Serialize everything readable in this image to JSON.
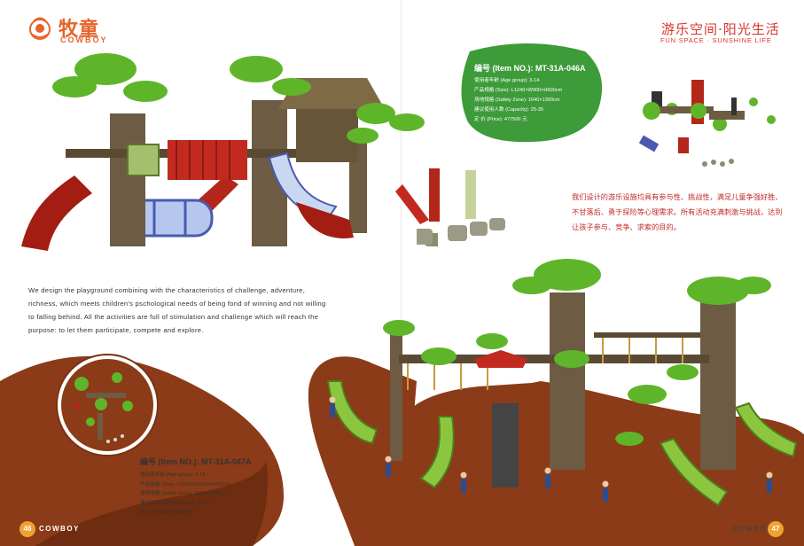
{
  "brand": {
    "name_cn": "牧童",
    "name_en": "COWBOY"
  },
  "slogan": {
    "cn": "游乐空间·阳光生活",
    "en": "FUN SPACE · SUNSHINE LIFE"
  },
  "product_a": {
    "item_no": "编号 (Item NO.): MT-31A-046A",
    "specs": [
      "使用者年龄 (Age group): 3-14",
      "产品规格 (Size): L1240×W900×H500cm",
      "场地规格 (Safety Zone): 1640×1300cm",
      "建议使用人数 (Capacity): 25-35",
      "定 价 (Price): 477500 元"
    ]
  },
  "product_b": {
    "item_no": "编号 (Item NO.): MT-31A-047A",
    "specs": [
      "使用者年龄 (Age group): 3-14",
      "产品规格 (Size): L1150×W1240×H650cm",
      "场地规格 (Safety Zone): 1550×1640cm",
      "建议使用人数 (Capacity): 30-40",
      "定 价 (Price): 543800 元"
    ]
  },
  "description_cn": "我们设计的游乐设施均具有参与性、挑战性，满足儿童争强好胜、不甘落后、勇于探险等心理需求。所有活动充满刺激与挑战，达到让孩子参与、竞争、求索的目的。",
  "description_en": "We design the playground combining with the characteristics of challenge, adventure, richness, which meets children's pschological needs of being fond of winning and not willing to falling behind. All the activities are full of stimulation and challenge which will reach the purpose: to let them participate, compete and explore.",
  "footer": {
    "page_left": "46",
    "page_right": "47",
    "brand_left": "COWBOY",
    "brand_right": "COWBOY"
  },
  "colors": {
    "brand_orange": "#e8632b",
    "slogan_red": "#d7342a",
    "bubble_green": "#3d9b3a",
    "ground_brown": "#8b3b17",
    "page_badge": "#f0a132"
  }
}
